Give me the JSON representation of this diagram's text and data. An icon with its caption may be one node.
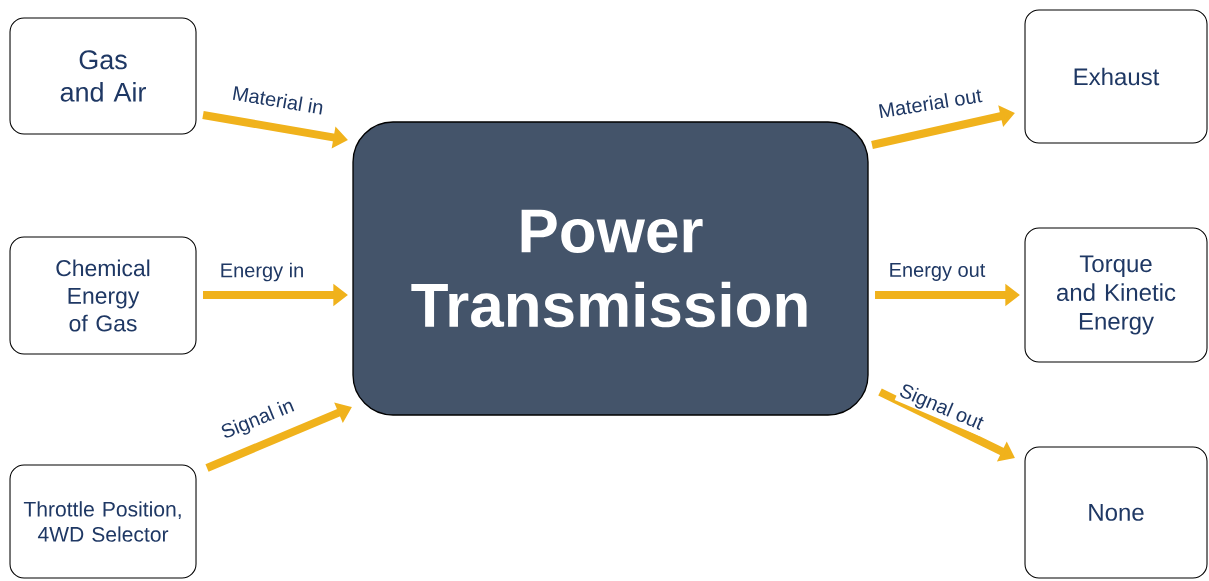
{
  "diagram": {
    "nodes": [
      {
        "text": [
          "Gas and Air"
        ]
      },
      {
        "text": [
          "Chemical Energy of Gas"
        ]
      },
      {
        "text": [
          "Throttle Position, 4WD Selector"
        ]
      },
      {
        "text": [
          "Power Transmission"
        ]
      },
      {
        "text": [
          "Exhaust"
        ]
      },
      {
        "text": [
          "Torque and Kinetic Energy"
        ]
      },
      {
        "text": [
          "None"
        ]
      }
    ],
    "edges": [
      {
        "from": 0,
        "to": 3,
        "arrow": "to",
        "label": "Material in"
      },
      {
        "from": 1,
        "to": 3,
        "arrow": "to",
        "label": "Energy in"
      },
      {
        "from": 2,
        "to": 3,
        "arrow": "to",
        "label": "Signal in"
      },
      {
        "from": 3,
        "to": 4,
        "arrow": "to",
        "label": "Material out"
      },
      {
        "from": 3,
        "to": 5,
        "arrow": "to",
        "label": "Energy out"
      },
      {
        "from": 3,
        "to": 6,
        "arrow": "to",
        "label": "Signal out"
      }
    ]
  }
}
